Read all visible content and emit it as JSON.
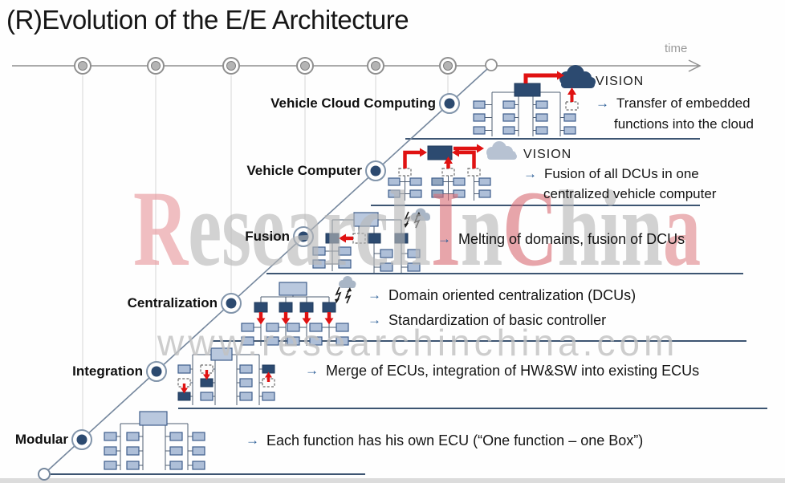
{
  "title": "(R)Evolution of the E/E Architecture",
  "timeline": {
    "axis_label": "time"
  },
  "ui": {
    "bullet_arrow": "→"
  },
  "watermark": {
    "brand": "ResearchInChina",
    "letters": [
      {
        "ch": "R",
        "color": "#e8989c"
      },
      {
        "ch": "e",
        "color": "#b8b8b8"
      },
      {
        "ch": "s",
        "color": "#b8b8b8"
      },
      {
        "ch": "e",
        "color": "#b8b8b8"
      },
      {
        "ch": "a",
        "color": "#b8b8b8"
      },
      {
        "ch": "r",
        "color": "#b8b8b8"
      },
      {
        "ch": "c",
        "color": "#b8b8b8"
      },
      {
        "ch": "h",
        "color": "#b8b8b8"
      },
      {
        "ch": "I",
        "color": "#d97078"
      },
      {
        "ch": "n",
        "color": "#b8b8b8"
      },
      {
        "ch": "C",
        "color": "#d97078"
      },
      {
        "ch": "h",
        "color": "#b8b8b8"
      },
      {
        "ch": "i",
        "color": "#b8b8b8"
      },
      {
        "ch": "n",
        "color": "#b8b8b8"
      },
      {
        "ch": "a",
        "color": "#e0878c"
      }
    ],
    "url": "www.researchinchina.com"
  },
  "stages": [
    {
      "label": "Vehicle Cloud Computing",
      "vision": "VISION",
      "line1": "Transfer of embedded",
      "line2": "functions into  the cloud"
    },
    {
      "label": "Vehicle Computer",
      "vision": "VISION",
      "line1": "Fusion of all DCUs in one",
      "line2": "centralized vehicle computer"
    },
    {
      "label": "Fusion",
      "bullet": "Melting of domains, fusion of DCUs"
    },
    {
      "label": "Centralization",
      "bullet1": "Domain oriented centralization (DCUs)",
      "bullet2": "Standardization of basic controller"
    },
    {
      "label": "Integration",
      "bullet": "Merge of ECUs, integration of HW&SW into existing ECUs"
    },
    {
      "label": "Modular",
      "bullet": "Each function has his own ECU (“One function – one Box”)"
    }
  ],
  "colors": {
    "accent_red": "#e01212",
    "dark_node": "#2c4a70",
    "light_node": "#aebfd8",
    "rule": "#3d5572",
    "arrow_blue": "#2a5d96"
  }
}
